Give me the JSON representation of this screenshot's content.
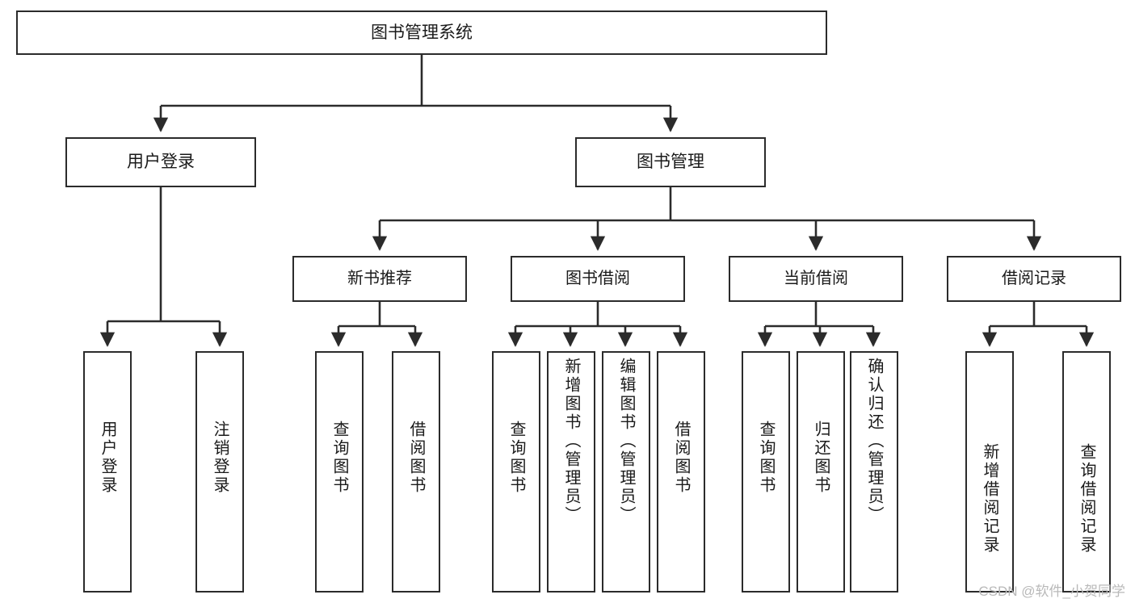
{
  "diagram": {
    "title": "图书管理系统",
    "root": {
      "label": "图书管理系统"
    },
    "level2": [
      {
        "label": "用户登录"
      },
      {
        "label": "图书管理"
      }
    ],
    "level3": [
      {
        "label": "新书推荐"
      },
      {
        "label": "图书借阅"
      },
      {
        "label": "当前借阅"
      },
      {
        "label": "借阅记录"
      }
    ],
    "leaves": {
      "user_login": [
        {
          "label": "用户登录"
        },
        {
          "label": "注销登录"
        }
      ],
      "new_book": [
        {
          "label": "查询图书"
        },
        {
          "label": "借阅图书"
        }
      ],
      "book_borrow": [
        {
          "label": "查询图书"
        },
        {
          "label": "新增图书（管理员）"
        },
        {
          "label": "编辑图书（管理员）"
        },
        {
          "label": "借阅图书"
        }
      ],
      "current_borrow": [
        {
          "label": "查询图书"
        },
        {
          "label": "归还图书"
        },
        {
          "label": "确认归还（管理员）"
        }
      ],
      "borrow_record": [
        {
          "label": "新增借阅记录"
        },
        {
          "label": "查询借阅记录"
        }
      ]
    }
  },
  "watermark": {
    "text": "CSDN @软件_小贺同学"
  },
  "colors": {
    "border": "#2b2b2b",
    "background": "#ffffff",
    "text": "#1a1a1a",
    "watermark": "#b9b9b9"
  }
}
